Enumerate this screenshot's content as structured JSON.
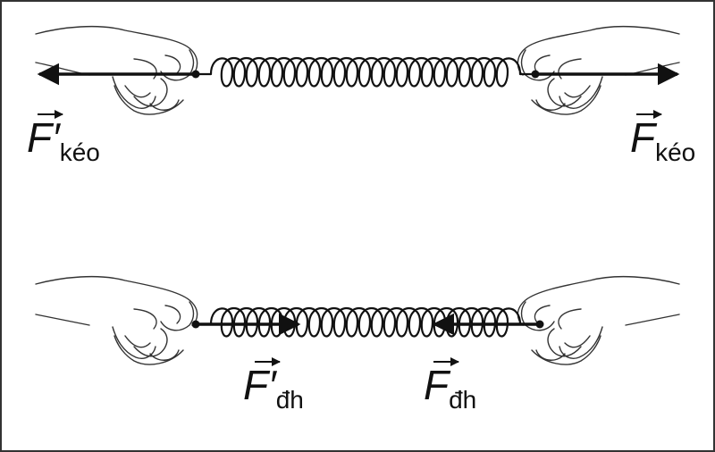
{
  "diagram": {
    "top_panel": {
      "label_left": {
        "symbol": "F′",
        "subscript": "kéo"
      },
      "label_right": {
        "symbol": "F",
        "subscript": "kéo"
      }
    },
    "bottom_panel": {
      "label_left": {
        "symbol": "F′",
        "subscript": "đh"
      },
      "label_right": {
        "symbol": "F",
        "subscript": "đh"
      }
    },
    "colors": {
      "ink": "#111111",
      "background": "#ffffff",
      "frame": "#333333"
    }
  }
}
